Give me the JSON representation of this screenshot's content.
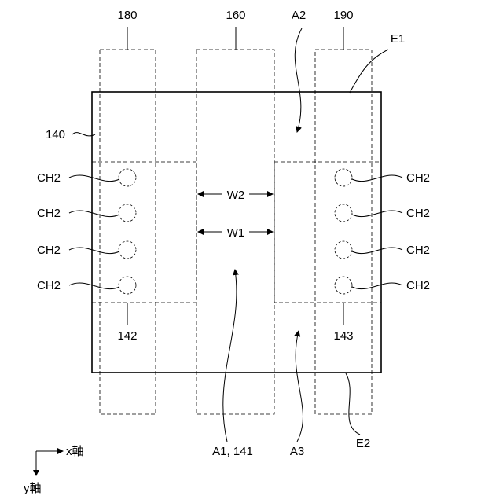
{
  "figure": {
    "labels": {
      "gate_180": "180",
      "gate_160": "160",
      "gate_190": "190",
      "region_a2": "A2",
      "edge_e1": "E1",
      "layer_140": "140",
      "ch2": "CH2",
      "w2": "W2",
      "w1": "W1",
      "region_142": "142",
      "region_143": "143",
      "region_a1": "A1, 141",
      "region_a3": "A3",
      "edge_e2": "E2",
      "x_axis": "x軸",
      "y_axis": "y軸"
    }
  }
}
